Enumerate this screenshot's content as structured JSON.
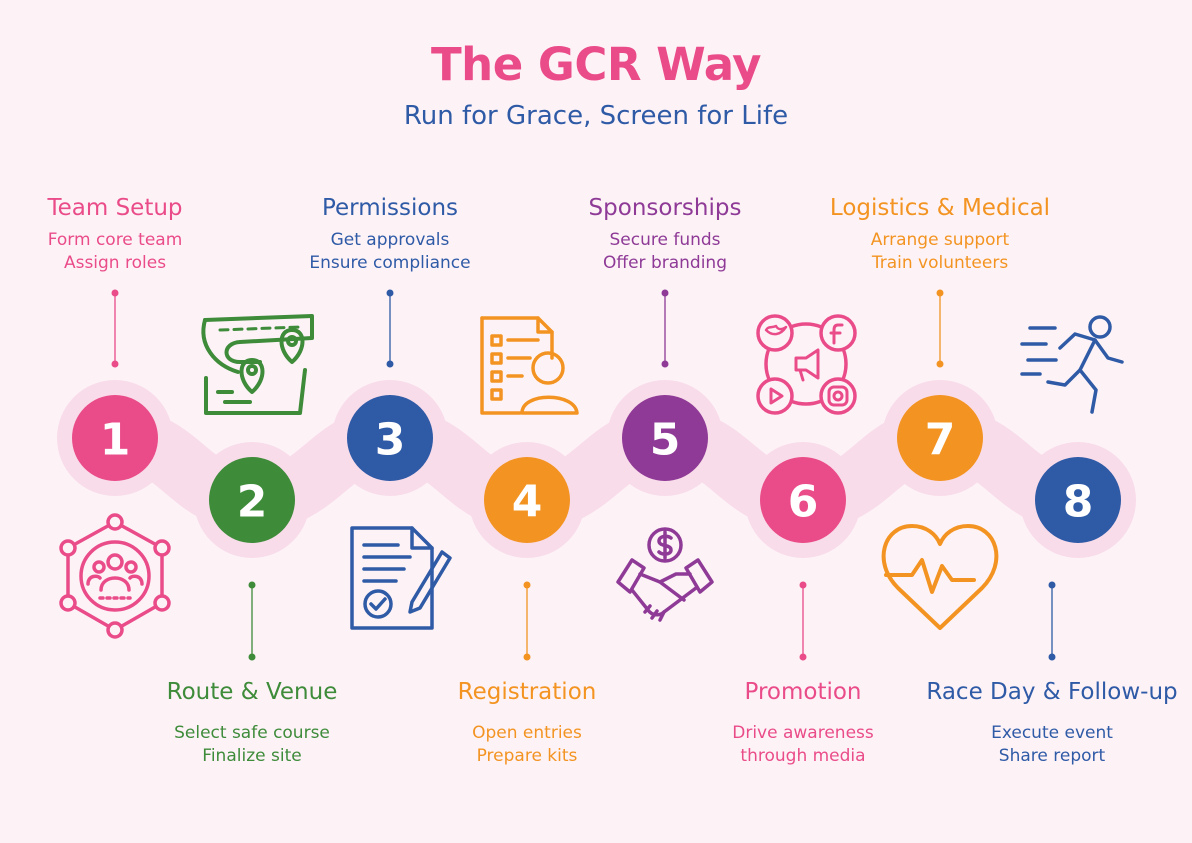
{
  "title": "The GCR Way",
  "subtitle": "Run for Grace, Screen for Life",
  "colors": {
    "pink": "#ea4c89",
    "green": "#3e8b3a",
    "blue": "#2f5aa6",
    "orange": "#f39422",
    "purple": "#8e3a96",
    "track": "#f9dcea"
  },
  "steps": [
    {
      "number": "1",
      "title": "Team Setup",
      "line1": "Form core team",
      "line2": "Assign roles",
      "color": "#ea4c89",
      "icon": "team-network-icon"
    },
    {
      "number": "2",
      "title": "Route & Venue",
      "line1": "Select safe course",
      "line2": "Finalize site",
      "color": "#3e8b3a",
      "icon": "route-map-icon"
    },
    {
      "number": "3",
      "title": "Permissions",
      "line1": "Get approvals",
      "line2": "Ensure compliance",
      "color": "#2f5aa6",
      "icon": "signed-document-icon"
    },
    {
      "number": "4",
      "title": "Registration",
      "line1": "Open entries",
      "line2": "Prepare kits",
      "color": "#f39422",
      "icon": "registration-form-icon"
    },
    {
      "number": "5",
      "title": "Sponsorships",
      "line1": "Secure funds",
      "line2": "Offer branding",
      "color": "#8e3a96",
      "icon": "handshake-dollar-icon"
    },
    {
      "number": "6",
      "title": "Promotion",
      "line1": "Drive awareness",
      "line2": "through media",
      "color": "#ea4c89",
      "icon": "social-media-icon"
    },
    {
      "number": "7",
      "title": "Logistics & Medical",
      "line1": "Arrange support",
      "line2": "Train volunteers",
      "color": "#f39422",
      "icon": "heartbeat-icon"
    },
    {
      "number": "8",
      "title": "Race Day & Follow-up",
      "line1": "Execute event",
      "line2": "Share report",
      "color": "#2f5aa6",
      "icon": "runner-icon"
    }
  ]
}
